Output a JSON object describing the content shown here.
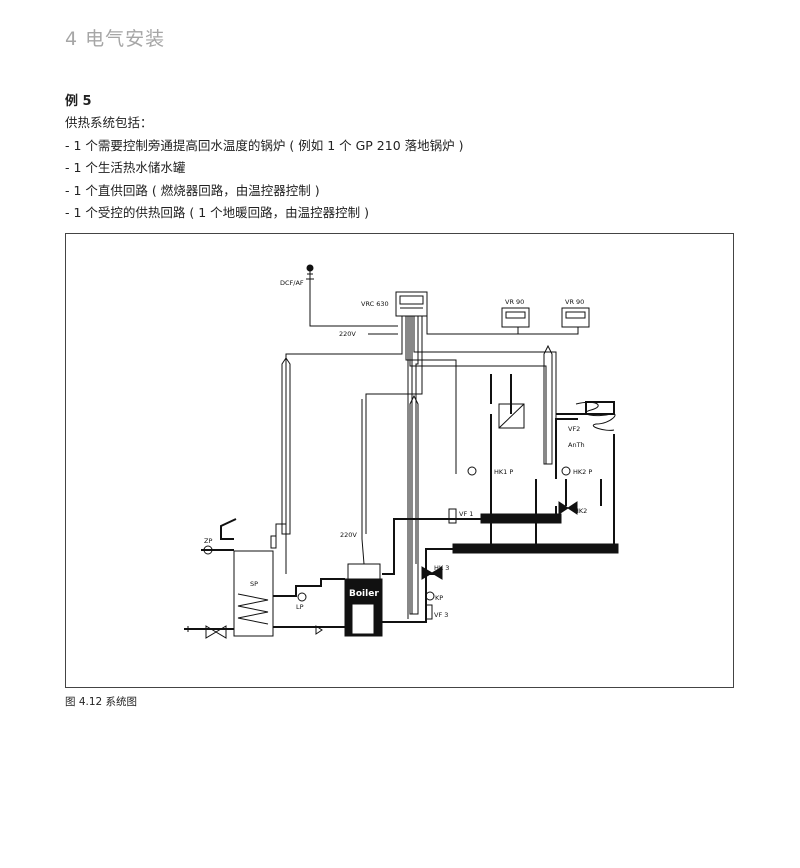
{
  "header": {
    "chapter": "4 电气安装"
  },
  "section": {
    "example_title": "例 5",
    "intro": "供热系统包括：",
    "items": [
      "- 1 个需要控制旁通提高回水温度的锅炉 ( 例如 1 个 GP 210 落地锅炉 )",
      "- 1 个生活热水储水罐",
      "- 1 个直供回路 ( 燃烧器回路，由温控器控制 )",
      "- 1 个受控的供热回路 ( 1 个地暖回路，由温控器控制 )"
    ]
  },
  "diagram": {
    "labels": {
      "dcf": "DCF/AF",
      "vrc": "VRC  630",
      "vr90_a": "VR  90",
      "vr90_b": "VR  90",
      "v220_top": "220V",
      "v220_boiler": "220V",
      "zp": "ZP",
      "sp": "SP",
      "lp": "LP",
      "boiler": "Boiler",
      "hk3": "HK  3",
      "kp": "KP",
      "vf3": "VF  3",
      "vf1": "VF  1",
      "hk1p": "HK1  P",
      "hk2p": "HK2  P",
      "hk2": "HK2",
      "vf2": "VF2",
      "anth": "AnTh"
    }
  },
  "caption": "图 4.12  系统图"
}
